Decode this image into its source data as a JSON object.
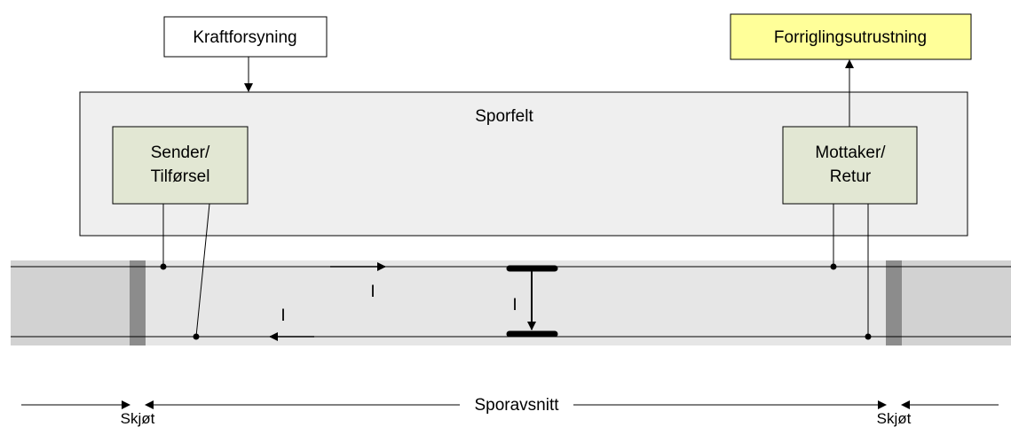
{
  "boxes": {
    "power_supply": "Kraftforsyning",
    "interlocking": "Forriglingsutrustning",
    "track_circuit": "Sporfelt",
    "sender_line1": "Sender/",
    "sender_line2": "Tilførsel",
    "receiver_line1": "Mottaker/",
    "receiver_line2": "Retur"
  },
  "current_labels": {
    "top_rail": "I",
    "bottom_rail": "I",
    "axle": "I"
  },
  "dimension": {
    "section": "Sporavsnitt",
    "joint_left": "Skjøt",
    "joint_right": "Skjøt"
  },
  "colors": {
    "interlocking_fill": "#ffff99",
    "module_fill": "#e2e7d3",
    "panel_fill": "#efefef",
    "track_fill": "#e6e6e6",
    "outer_track_fill": "#d2d2d2",
    "joint_fill": "#8c8c8c"
  }
}
